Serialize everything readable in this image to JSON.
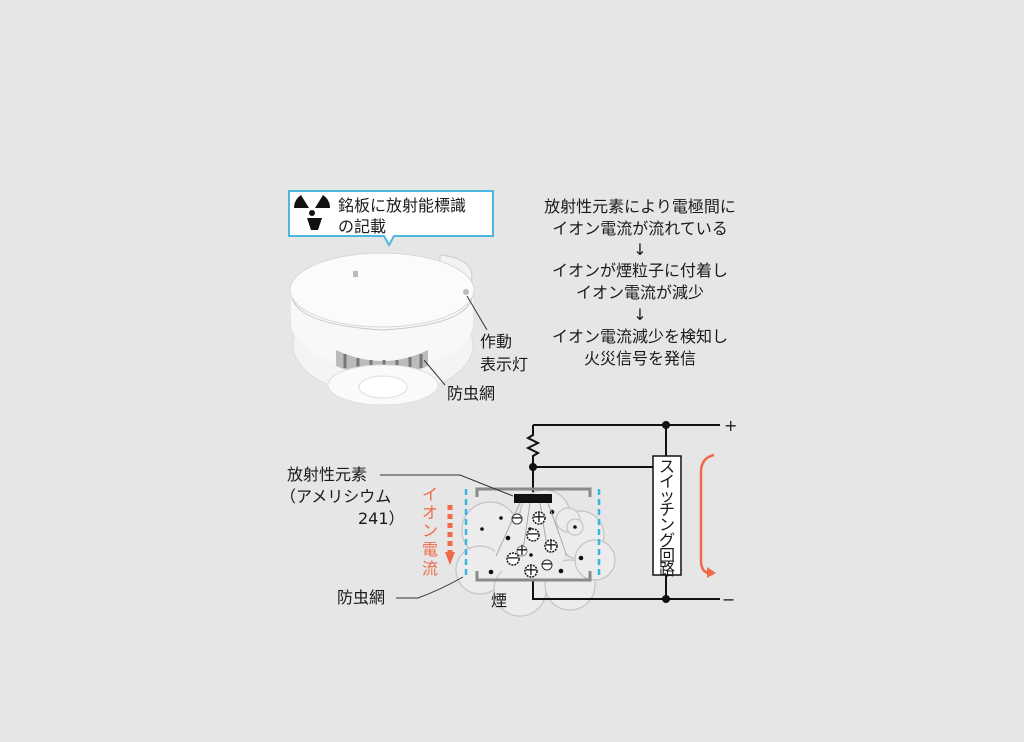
{
  "callout": {
    "line1": "銘板に放射能標識",
    "line2": "の記載",
    "icon": "radiation-icon"
  },
  "detector_labels": {
    "indicator_line1": "作動",
    "indicator_line2": "表示灯",
    "insect_screen": "防虫網"
  },
  "process": {
    "step1_line1": "放射性元素により電極間に",
    "step1_line2": "イオン電流が流れている",
    "arrow1": "↓",
    "step2_line1": "イオンが煙粒子に付着し",
    "step2_line2": "イオン電流が減少",
    "arrow2": "↓",
    "step3_line1": "イオン電流減少を検知し",
    "step3_line2": "火災信号を発信"
  },
  "circuit": {
    "plus": "+",
    "minus": "−",
    "switching_circuit": [
      "ス",
      "イ",
      "ッ",
      "チ",
      "ン",
      "グ",
      "回",
      "路"
    ],
    "source_line1": "放射性元素",
    "source_line2": "（アメリシウム",
    "source_line3": "241）",
    "ion_current": [
      "イ",
      "オ",
      "ン",
      "電",
      "流"
    ],
    "insect_screen": "防虫網",
    "smoke": "煙",
    "plus_ion": "+",
    "minus_ion": "−"
  },
  "colors": {
    "accent": "#ee6a48",
    "callout_border": "#4bb8e0",
    "screen": "#3cb4e6"
  }
}
